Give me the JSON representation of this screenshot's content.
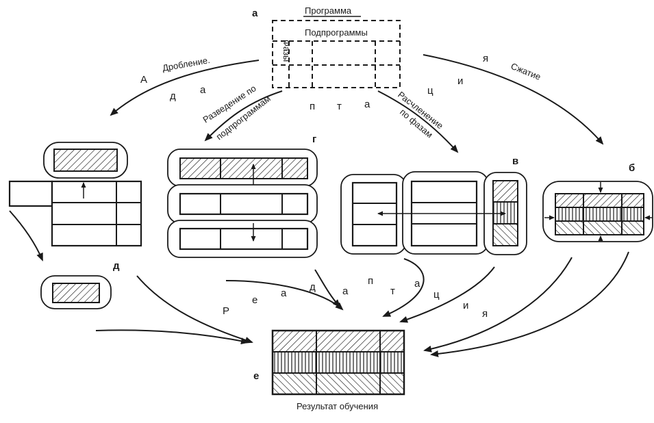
{
  "labels": {
    "a": "а",
    "b": "б",
    "v": "в",
    "g": "г",
    "d": "д",
    "e": "е",
    "program": "Программа",
    "subprograms": "Подпрограммы",
    "phases": "Фазы",
    "fragmentation": "Дробление.",
    "separation_line1": "Разведение по",
    "separation_line2": "подпрограммам",
    "division_line1": "Расчленение",
    "division_line2": "по фазам",
    "compression": "Сжатие",
    "result": "Результат обучения"
  },
  "spaced_words": {
    "top_adaptation": [
      "А",
      "д",
      "а",
      "п",
      "т",
      "а",
      "ц",
      "и",
      "я"
    ],
    "bottom_adaptation": [
      "Р",
      "е",
      "а",
      "д",
      "а",
      "п",
      "т",
      "а",
      "ц",
      "и",
      "я"
    ]
  }
}
